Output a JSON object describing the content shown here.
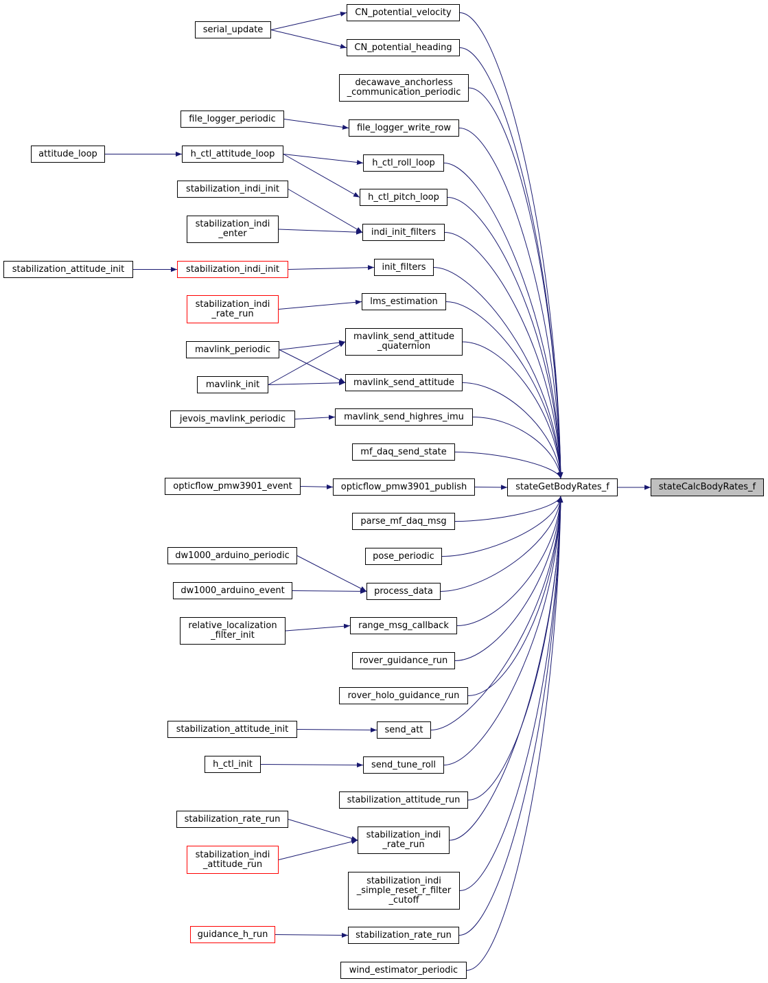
{
  "colors": {
    "edge": "#191970",
    "node_border": "#000000",
    "highlight_border": "#ff0000",
    "root_fill": "#bfbfbf"
  },
  "nodes": [
    {
      "id": "statecalc",
      "label": "stateCalcBodyRates_f"
    },
    {
      "id": "stateget",
      "label": "stateGetBodyRates_f"
    },
    {
      "id": "cn_vel",
      "label": "CN_potential_velocity"
    },
    {
      "id": "cn_head",
      "label": "CN_potential_heading"
    },
    {
      "id": "decawave",
      "label": "decawave_anchorless\n_communication_periodic"
    },
    {
      "id": "flog_row",
      "label": "file_logger_write_row"
    },
    {
      "id": "hroll",
      "label": "h_ctl_roll_loop"
    },
    {
      "id": "hpitch",
      "label": "h_ctl_pitch_loop"
    },
    {
      "id": "indi_filters",
      "label": "indi_init_filters"
    },
    {
      "id": "init_filters",
      "label": "init_filters"
    },
    {
      "id": "lms",
      "label": "lms_estimation"
    },
    {
      "id": "mav_quat",
      "label": "mavlink_send_attitude\n_quaternion"
    },
    {
      "id": "mav_att",
      "label": "mavlink_send_attitude"
    },
    {
      "id": "mav_imu",
      "label": "mavlink_send_highres_imu"
    },
    {
      "id": "mfdaq_send",
      "label": "mf_daq_send_state"
    },
    {
      "id": "of_publish",
      "label": "opticflow_pmw3901_publish"
    },
    {
      "id": "parse_mfdaq",
      "label": "parse_mf_daq_msg"
    },
    {
      "id": "pose",
      "label": "pose_periodic"
    },
    {
      "id": "process",
      "label": "process_data"
    },
    {
      "id": "range_cb",
      "label": "range_msg_callback"
    },
    {
      "id": "rover_g",
      "label": "rover_guidance_run"
    },
    {
      "id": "rover_holo",
      "label": "rover_holo_guidance_run"
    },
    {
      "id": "send_att",
      "label": "send_att"
    },
    {
      "id": "send_tune",
      "label": "send_tune_roll"
    },
    {
      "id": "stab_att_run",
      "label": "stabilization_attitude_run"
    },
    {
      "id": "indi_rate_run_c",
      "label": "stabilization_indi\n_rate_run"
    },
    {
      "id": "indi_simple",
      "label": "stabilization_indi\n_simple_reset_r_filter\n_cutoff"
    },
    {
      "id": "stab_rate_run_c",
      "label": "stabilization_rate_run"
    },
    {
      "id": "wind",
      "label": "wind_estimator_periodic"
    },
    {
      "id": "serial",
      "label": "serial_update"
    },
    {
      "id": "flog_per",
      "label": "file_logger_periodic"
    },
    {
      "id": "hatt",
      "label": "h_ctl_attitude_loop"
    },
    {
      "id": "sii1",
      "label": "stabilization_indi_init"
    },
    {
      "id": "sie",
      "label": "stabilization_indi\n_enter"
    },
    {
      "id": "sii2",
      "label": "stabilization_indi_init",
      "red": true
    },
    {
      "id": "sirr",
      "label": "stabilization_indi\n_rate_run",
      "red": true
    },
    {
      "id": "mav_per",
      "label": "mavlink_periodic"
    },
    {
      "id": "mav_init",
      "label": "mavlink_init"
    },
    {
      "id": "jevois",
      "label": "jevois_mavlink_periodic"
    },
    {
      "id": "of_event",
      "label": "opticflow_pmw3901_event"
    },
    {
      "id": "dw_per",
      "label": "dw1000_arduino_periodic"
    },
    {
      "id": "dw_event",
      "label": "dw1000_arduino_event"
    },
    {
      "id": "rel_loc",
      "label": "relative_localization\n_filter_init"
    },
    {
      "id": "sai_l",
      "label": "stabilization_attitude_init"
    },
    {
      "id": "hctl_init",
      "label": "h_ctl_init"
    },
    {
      "id": "srr_l",
      "label": "stabilization_rate_run"
    },
    {
      "id": "siar",
      "label": "stabilization_indi\n_attitude_run",
      "red": true
    },
    {
      "id": "guid_h",
      "label": "guidance_h_run",
      "red": true
    },
    {
      "id": "att_loop",
      "label": "attitude_loop"
    },
    {
      "id": "sai_far",
      "label": "stabilization_attitude_init"
    }
  ],
  "edges": [
    [
      "stateget",
      "statecalc"
    ],
    [
      "cn_vel",
      "stateget"
    ],
    [
      "cn_head",
      "stateget"
    ],
    [
      "decawave",
      "stateget"
    ],
    [
      "flog_row",
      "stateget"
    ],
    [
      "hroll",
      "stateget"
    ],
    [
      "hpitch",
      "stateget"
    ],
    [
      "indi_filters",
      "stateget"
    ],
    [
      "init_filters",
      "stateget"
    ],
    [
      "lms",
      "stateget"
    ],
    [
      "mav_quat",
      "stateget"
    ],
    [
      "mav_att",
      "stateget"
    ],
    [
      "mav_imu",
      "stateget"
    ],
    [
      "mfdaq_send",
      "stateget"
    ],
    [
      "of_publish",
      "stateget"
    ],
    [
      "parse_mfdaq",
      "stateget"
    ],
    [
      "pose",
      "stateget"
    ],
    [
      "process",
      "stateget"
    ],
    [
      "range_cb",
      "stateget"
    ],
    [
      "rover_g",
      "stateget"
    ],
    [
      "rover_holo",
      "stateget"
    ],
    [
      "send_att",
      "stateget"
    ],
    [
      "send_tune",
      "stateget"
    ],
    [
      "stab_att_run",
      "stateget"
    ],
    [
      "indi_rate_run_c",
      "stateget"
    ],
    [
      "indi_simple",
      "stateget"
    ],
    [
      "stab_rate_run_c",
      "stateget"
    ],
    [
      "wind",
      "stateget"
    ],
    [
      "serial",
      "cn_vel"
    ],
    [
      "serial",
      "cn_head"
    ],
    [
      "flog_per",
      "flog_row"
    ],
    [
      "hatt",
      "hroll"
    ],
    [
      "hatt",
      "hpitch"
    ],
    [
      "att_loop",
      "hatt"
    ],
    [
      "sii1",
      "indi_filters"
    ],
    [
      "sie",
      "indi_filters"
    ],
    [
      "sii2",
      "init_filters"
    ],
    [
      "sai_far",
      "sii2"
    ],
    [
      "sirr",
      "lms"
    ],
    [
      "mav_per",
      "mav_quat"
    ],
    [
      "mav_per",
      "mav_att"
    ],
    [
      "mav_init",
      "mav_quat"
    ],
    [
      "mav_init",
      "mav_att"
    ],
    [
      "jevois",
      "mav_imu"
    ],
    [
      "of_event",
      "of_publish"
    ],
    [
      "dw_per",
      "process"
    ],
    [
      "dw_event",
      "process"
    ],
    [
      "rel_loc",
      "range_cb"
    ],
    [
      "sai_l",
      "send_att"
    ],
    [
      "hctl_init",
      "send_tune"
    ],
    [
      "srr_l",
      "indi_rate_run_c"
    ],
    [
      "siar",
      "indi_rate_run_c"
    ],
    [
      "guid_h",
      "stab_rate_run_c"
    ]
  ]
}
